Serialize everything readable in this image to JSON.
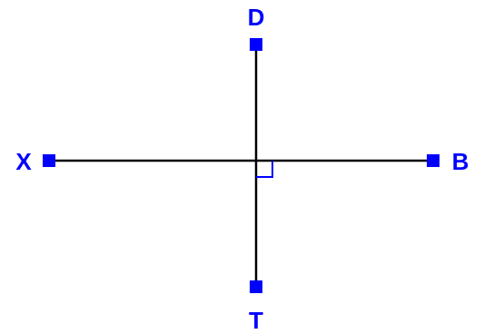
{
  "colors": {
    "line": "#000000",
    "point": "#0000ff",
    "label": "#0000ff",
    "right_angle_marker": "#0000ff",
    "background": "#ffffff"
  },
  "points": {
    "D": {
      "label": "D",
      "marker": "square"
    },
    "X": {
      "label": "X",
      "marker": "square"
    },
    "B": {
      "label": "B",
      "marker": "square"
    },
    "T": {
      "label": "T",
      "marker": "square"
    }
  },
  "segments": [
    {
      "from": "X",
      "to": "B"
    },
    {
      "from": "D",
      "to": "T"
    }
  ],
  "right_angle": {
    "between": [
      "XB",
      "DT"
    ]
  }
}
